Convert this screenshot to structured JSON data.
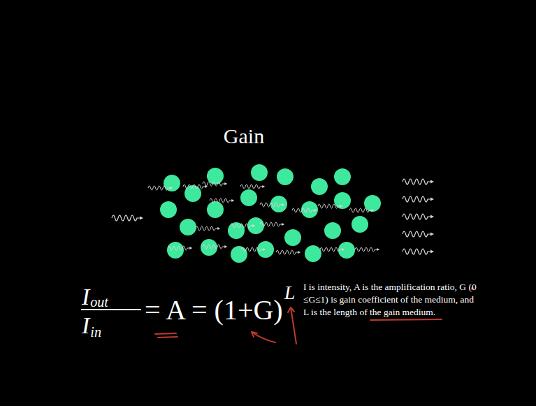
{
  "diagram": {
    "title": "Gain",
    "labels": [
      "I",
      "out",
      "I",
      "in",
      "= A = (1+G)",
      "L",
      "I is intensity, A is the amplification ratio, G (0 ≤G≤1) is gain coefficient of the medium, and L is the length of the gain medium."
    ]
  }
}
